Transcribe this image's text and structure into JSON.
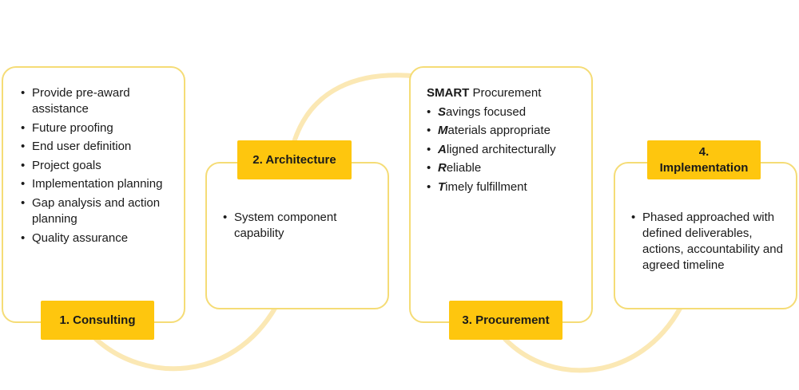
{
  "colors": {
    "card_border": "#f5dc76",
    "label_fill": "#fec60e",
    "connector": "#fbe8b4"
  },
  "steps": [
    {
      "label": "1. Consulting",
      "bullets": [
        "Provide pre-award assistance",
        "Future proofing",
        "End user definition",
        "Project goals",
        "Implementation planning",
        "Gap analysis and action planning",
        "Quality assurance"
      ]
    },
    {
      "label": "2. Architecture",
      "bullets": [
        "System component capability"
      ]
    },
    {
      "label": "3. Procurement",
      "heading_bold": "SMART",
      "heading_rest": " Procurement",
      "smart_items": [
        {
          "letter": "S",
          "rest": "avings focused"
        },
        {
          "letter": "M",
          "rest": "aterials appropriate"
        },
        {
          "letter": "A",
          "rest": "ligned architecturally"
        },
        {
          "letter": "R",
          "rest": "eliable"
        },
        {
          "letter": "T",
          "rest": "imely fulfillment"
        }
      ]
    },
    {
      "label": "4. Implementation",
      "bullets": [
        "Phased approached with defined deliverables, actions, accountability and agreed timeline"
      ]
    }
  ]
}
